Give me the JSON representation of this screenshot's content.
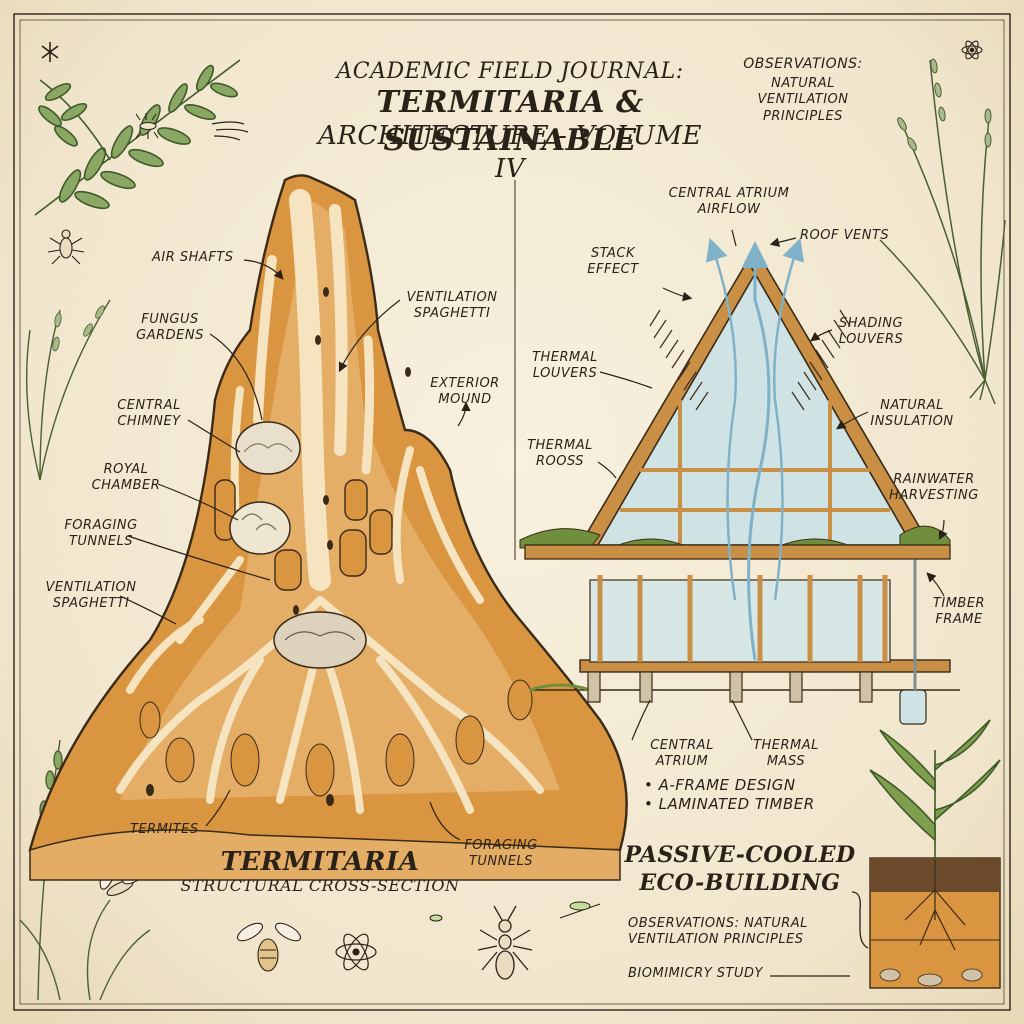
{
  "header": {
    "line1": "Academic Field Journal:",
    "line2": "Termitaria & Sustainable",
    "line3": "Architecture - Volume IV"
  },
  "observations_top": {
    "title": "Observations:",
    "subtitle": "Natural Ventilation Principles"
  },
  "mound": {
    "title": "Termitaria",
    "subtitle": "Structural Cross-Section",
    "labels": {
      "air_shafts": "Air Shafts",
      "ventilation_spaghetti_top": "Ventilation Spaghetti",
      "fungus_gardens": "Fungus Gardens",
      "exterior_mound": "Exterior Mound",
      "central_chimney": "Central Chimney",
      "royal_chamber": "Royal Chamber",
      "foraging_tunnels_left": "Foraging Tunnels",
      "ventilation_spaghetti_left": "Ventilation Spaghetti",
      "termites": "Termites",
      "foraging_tunnels_bottom": "Foraging Tunnels"
    }
  },
  "building": {
    "title": "Passive-Cooled Eco-Building",
    "labels": {
      "central_atrium_airflow": "Central Atrium Airflow",
      "stack_effect": "Stack Effect",
      "roof_vents": "Roof Vents",
      "thermal_louvers": "Thermal Louvers",
      "shading_louvers": "Shading Louvers",
      "natural_insulation": "Natural Insulation",
      "thermal_rooss": "Thermal Rooss",
      "rainwater_harvesting": "Rainwater Harvesting",
      "timber_frame": "Timber Frame",
      "central_atrium": "Central Atrium",
      "thermal_mass": "Thermal Mass"
    },
    "bullets": [
      "A-Frame Design",
      "Laminated Timber"
    ]
  },
  "observations_bottom": "Observations: Natural Ventilation Principles",
  "biomimicry": "Biomimicry Study",
  "colors": {
    "paper": "#f3ead5",
    "ink": "#2a2218",
    "ochre": "#d9953f",
    "clay_light": "#efcf9a",
    "tunnel": "#f6e4c0",
    "timber": "#c98f45",
    "glass": "#cfe3e4",
    "moss": "#6f8f3d",
    "airflow": "#7fb2c9"
  }
}
